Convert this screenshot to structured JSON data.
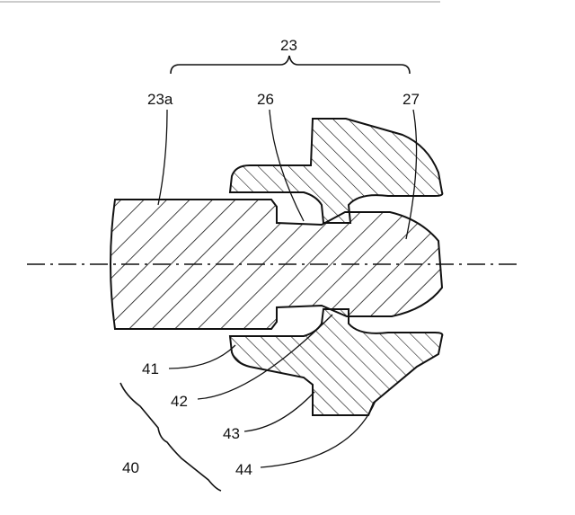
{
  "labels": {
    "assembly": "23",
    "shaft_part": "23a",
    "groove": "26",
    "tip": "27",
    "region": "40",
    "ref_41": "41",
    "ref_42": "42",
    "ref_43": "43",
    "ref_44": "44"
  },
  "colors": {
    "line": "#111111",
    "background": "#ffffff"
  }
}
